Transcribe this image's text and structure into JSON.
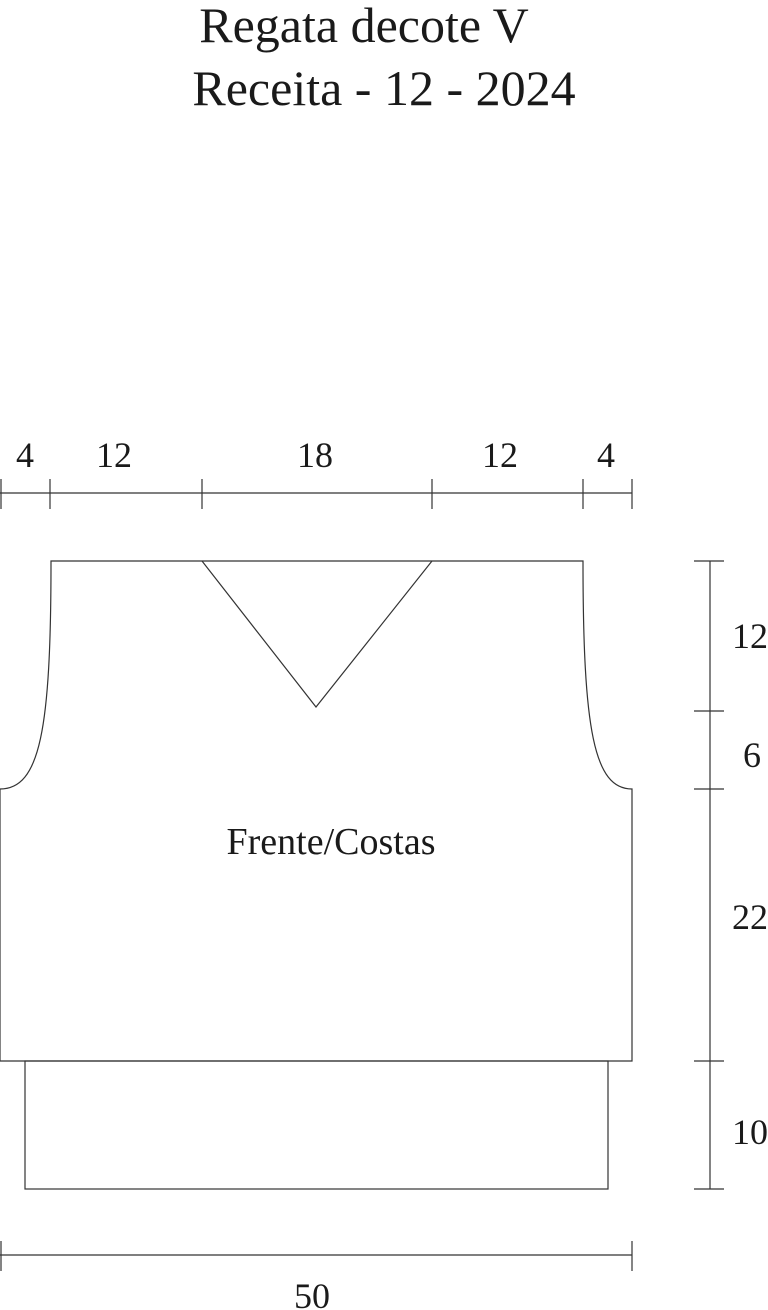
{
  "title": {
    "line1": "Regata decote V",
    "line2": "Receita - 12 - 2024"
  },
  "piece_label": "Frente/Costas",
  "top_measurements": [
    "4",
    "12",
    "18",
    "12",
    "4"
  ],
  "right_measurements": [
    "12",
    "6",
    "22",
    "10"
  ],
  "bottom_measurement": "50"
}
